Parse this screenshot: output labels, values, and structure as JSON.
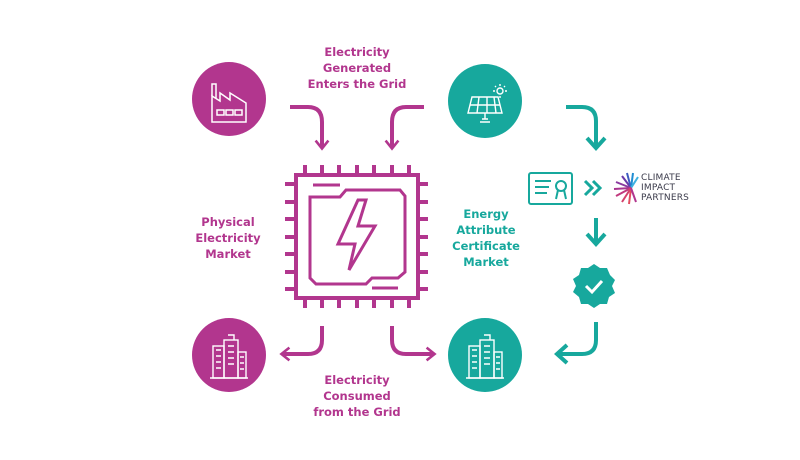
{
  "colors": {
    "physical": "#b2368e",
    "certificate": "#17a89d"
  },
  "labels": {
    "generated": [
      "Electricity",
      "Generated",
      "Enters the Grid"
    ],
    "physical": [
      "Physical",
      "Electricity",
      "Market"
    ],
    "eac": [
      "Energy",
      "Attribute",
      "Certificate",
      "Market"
    ],
    "consumed": [
      "Electricity",
      "Consumed",
      "from the Grid"
    ]
  },
  "logo": {
    "lines": [
      "CLIMATE",
      "IMPACT",
      "PARTNERS"
    ]
  },
  "icons": [
    "factory-icon",
    "solar-panel-icon",
    "buildings-icon",
    "grid-chip-icon",
    "certificate-icon",
    "check-badge-icon"
  ]
}
